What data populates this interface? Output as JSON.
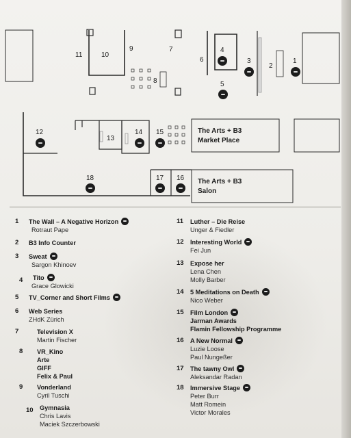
{
  "map": {
    "rooms": [
      {
        "id": "r1",
        "num": "1"
      },
      {
        "id": "r2",
        "num": "2"
      },
      {
        "id": "r3",
        "num": "3"
      },
      {
        "id": "r4",
        "num": "4"
      },
      {
        "id": "r5",
        "num": "5"
      },
      {
        "id": "r6",
        "num": "6"
      },
      {
        "id": "r7",
        "num": "7"
      },
      {
        "id": "r8",
        "num": "8"
      },
      {
        "id": "r9",
        "num": "9"
      },
      {
        "id": "r10",
        "num": "10"
      },
      {
        "id": "r11",
        "num": "11"
      },
      {
        "id": "r12",
        "num": "12"
      },
      {
        "id": "r13",
        "num": "13"
      },
      {
        "id": "r14",
        "num": "14"
      },
      {
        "id": "r15",
        "num": "15"
      },
      {
        "id": "r16",
        "num": "16"
      },
      {
        "id": "r17",
        "num": "17"
      },
      {
        "id": "r18",
        "num": "18"
      }
    ],
    "market_place_line1": "The Arts + B3",
    "market_place_line2": "Market Place",
    "salon_line1": "The Arts + B3",
    "salon_line2": "Salon"
  },
  "legend": [
    {
      "num": "1",
      "title": "The Wall – A Negative Horizon",
      "vr": true,
      "lines": [
        "Rotraut Pape"
      ]
    },
    {
      "num": "2",
      "title": "B3 Info Counter",
      "vr": false,
      "lines": []
    },
    {
      "num": "3",
      "title": "Sweat",
      "vr": true,
      "lines": [
        "Sargon Khinoev"
      ]
    },
    {
      "num": "4",
      "title": "Tito",
      "vr": true,
      "lines": [
        "Grace Glowicki"
      ]
    },
    {
      "num": "5",
      "title": "TV_Corner and Short Films",
      "vr": true,
      "lines": []
    },
    {
      "num": "6",
      "title": "Web Series",
      "vr": false,
      "lines": [
        "ZHdK Zürich"
      ]
    },
    {
      "num": "7",
      "title": "Television X",
      "vr": false,
      "lines": [
        "Martin Fischer"
      ]
    },
    {
      "num": "8",
      "title": "VR_Kino",
      "vr": false,
      "lines": [
        "Arte",
        "GIFF",
        "Felix & Paul"
      ],
      "bold_lines": true
    },
    {
      "num": "9",
      "title": "Vonderland",
      "vr": false,
      "lines": [
        "Cyril Tuschi"
      ]
    },
    {
      "num": "10",
      "title": "Gymnasia",
      "vr": false,
      "lines": [
        "Chris Lavis",
        "Maciek Szczerbowski"
      ]
    },
    {
      "num": "11",
      "title": "Luther – Die Reise",
      "vr": false,
      "lines": [
        "Unger & Fiedler"
      ]
    },
    {
      "num": "12",
      "title": "Interesting World",
      "vr": true,
      "lines": [
        "Fei Jun"
      ]
    },
    {
      "num": "13",
      "title": "Expose her",
      "vr": false,
      "lines": [
        "Lena Chen",
        "Molly Barber"
      ]
    },
    {
      "num": "14",
      "title": "5 Meditations on Death",
      "vr": true,
      "lines": [
        "Nico Weber"
      ]
    },
    {
      "num": "15",
      "title": "Film London",
      "vr": true,
      "lines": [
        "Jarman Awards",
        "Flamin Fellowship Programme"
      ],
      "bold_lines": true
    },
    {
      "num": "16",
      "title": "A New Normal",
      "vr": true,
      "lines": [
        "Luzie Loose",
        "Paul Nungeßer"
      ]
    },
    {
      "num": "17",
      "title": "The tawny Owl",
      "vr": true,
      "lines": [
        "Aleksandar Radan"
      ]
    },
    {
      "num": "18",
      "title": "Immersive Stage",
      "vr": true,
      "lines": [
        "Peter Burr",
        "Matt Romein",
        "Victor Morales"
      ]
    }
  ]
}
